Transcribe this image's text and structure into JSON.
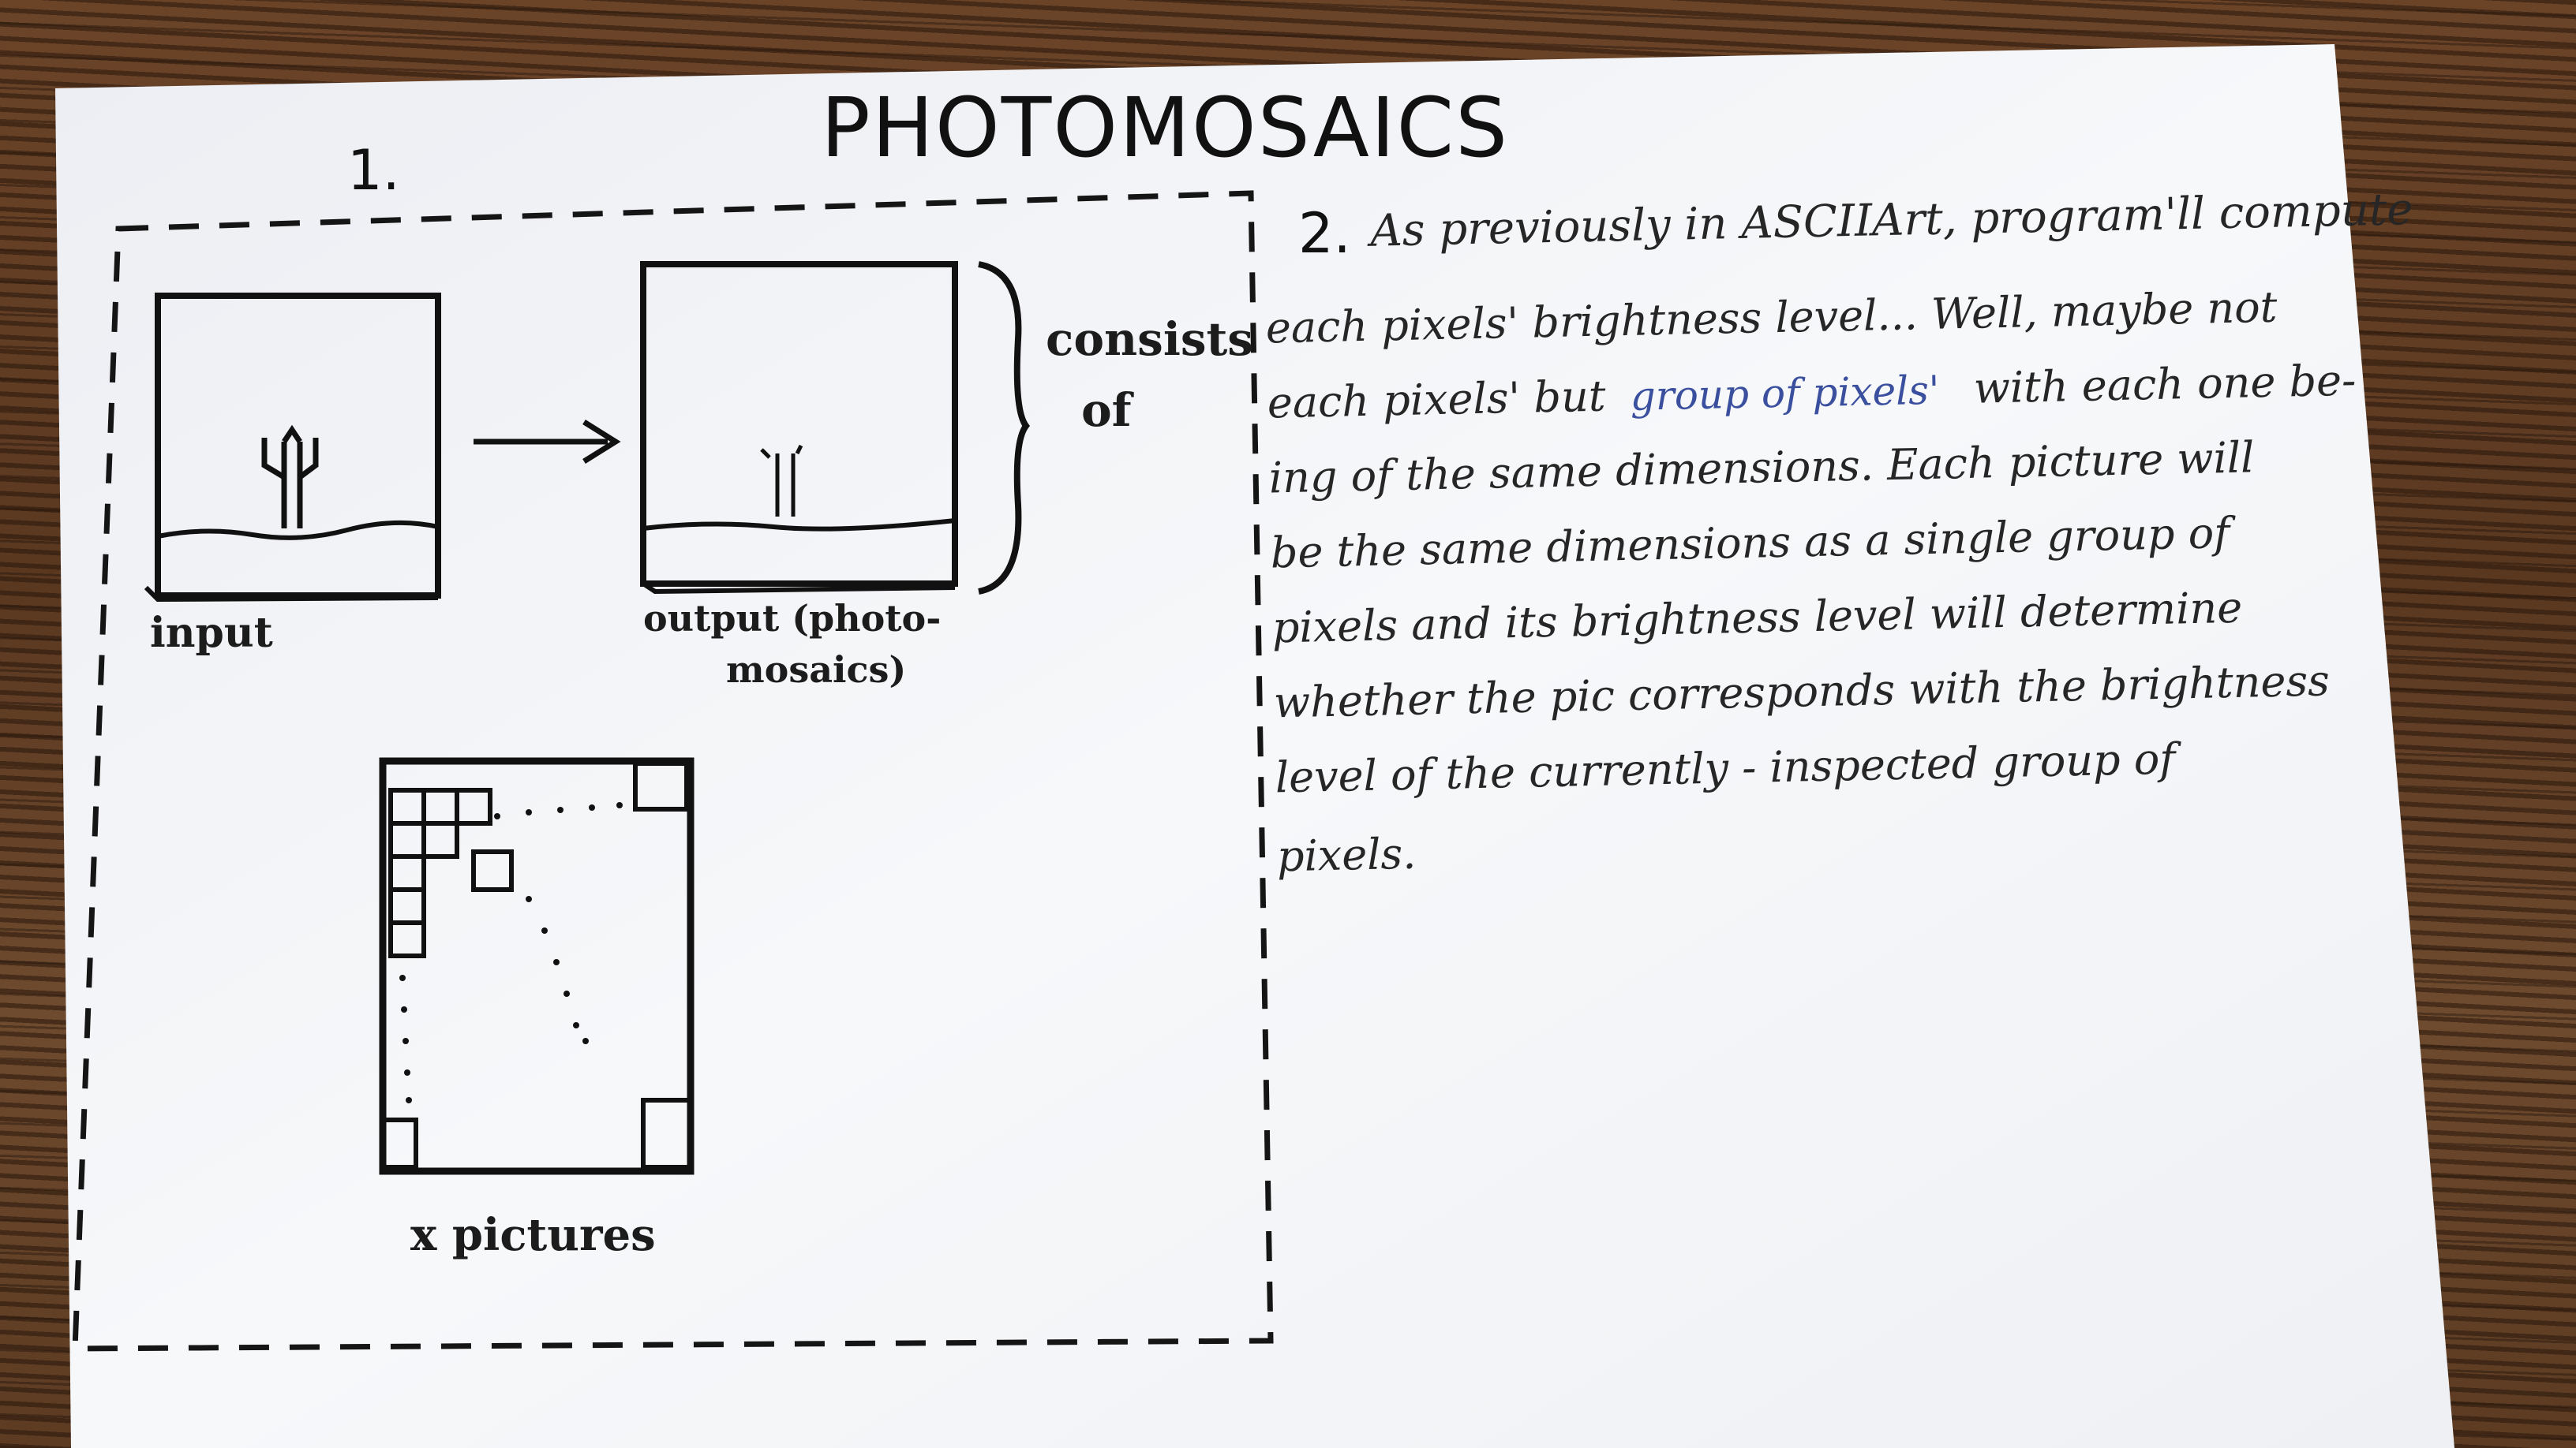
{
  "title": "PHOTOMOSAICS",
  "left_marker": "1.",
  "right_marker": "2.",
  "diagram": {
    "input_label": "input",
    "output_label_line1": "output (photo-",
    "output_label_line2": "mosaics)",
    "consists_line1": "consists",
    "consists_line2": "of",
    "pictures_label": "x pictures"
  },
  "note_lines": [
    "As previously in ASCIIArt, program'll compute",
    "each pixels' brightness level... Well, maybe not",
    "each pixels' but",
    "with each one be-",
    "ing of the same dimensions. Each picture will",
    "be the same dimensions as a single group of",
    "pixels and its brightness level will determine",
    "whether the pic corresponds with the brightness",
    "level of the currently - inspected group of",
    "pixels."
  ],
  "note_highlight": "group of pixels'",
  "colors": {
    "paper": "#f4f5f7",
    "ink": "#111111",
    "blue_ink": "#3a4f9e",
    "wood": "#5a3820"
  }
}
